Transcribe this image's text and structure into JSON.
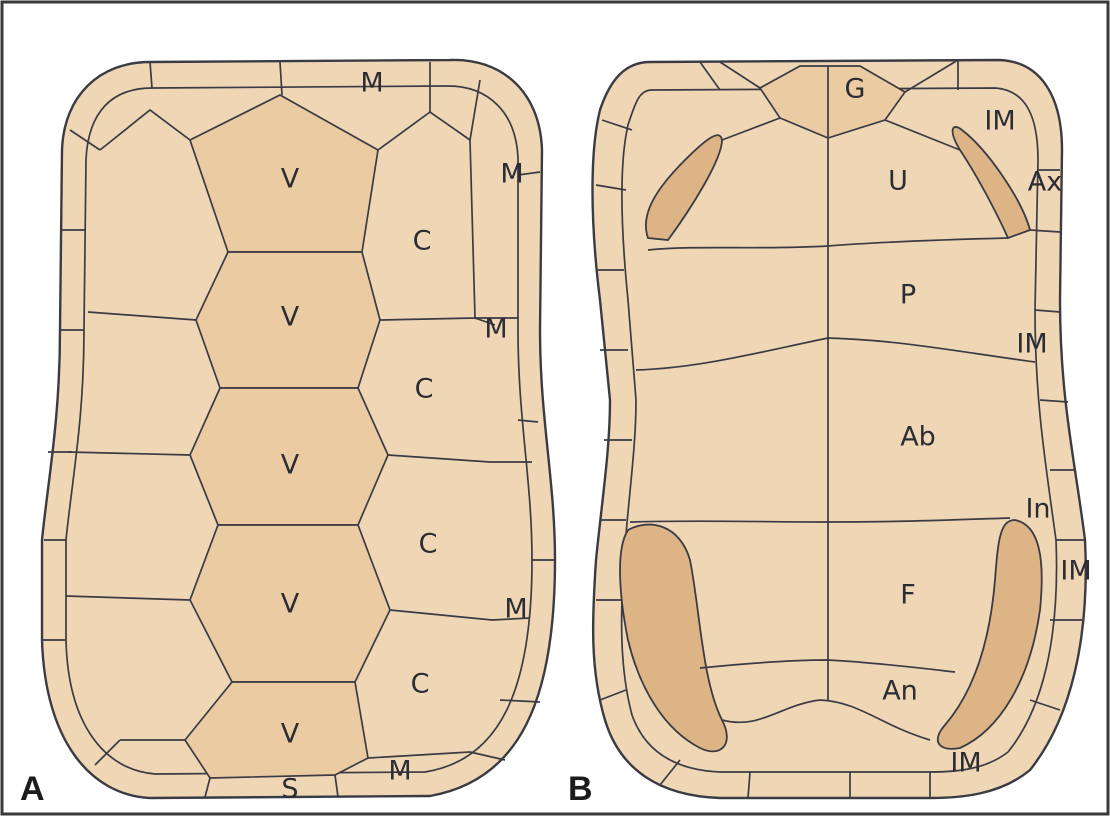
{
  "panels": [
    {
      "id": "A",
      "letter": "A",
      "labels": {
        "m_top": "M",
        "v1": "V",
        "c1": "C",
        "m_right1": "M",
        "v2": "V",
        "m_right2": "M",
        "c2": "C",
        "v3": "V",
        "c3": "C",
        "v4": "V",
        "m_right3": "M",
        "c4": "C",
        "v5": "V",
        "s": "S",
        "m_bottom": "M"
      }
    },
    {
      "id": "B",
      "letter": "B",
      "labels": {
        "g": "G",
        "im_top": "IM",
        "u": "U",
        "ax": "Ax",
        "p": "P",
        "im_mid": "IM",
        "ab": "Ab",
        "in": "In",
        "im_right": "IM",
        "f": "F",
        "an": "An",
        "im_bottom": "IM"
      }
    }
  ]
}
